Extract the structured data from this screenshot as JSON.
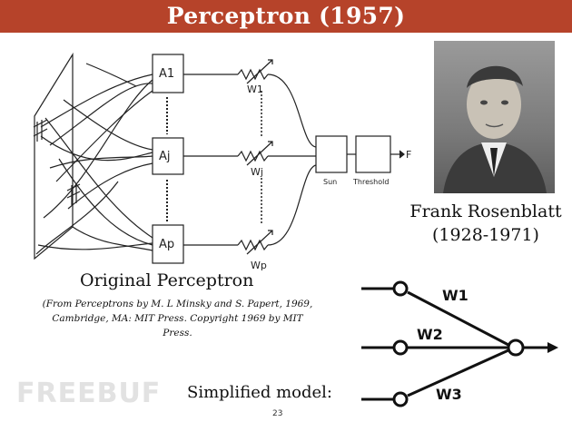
{
  "slide": {
    "title": "Perceptron (1957)",
    "page_number": "23",
    "colors": {
      "title_bar": "#b6432a",
      "title_text": "#ffffff"
    }
  },
  "original_diagram": {
    "units": [
      "A1",
      "Aj",
      "Ap"
    ],
    "weights": [
      "W1",
      "Wj",
      "Wp"
    ],
    "sum_label": "Sun",
    "threshold_label": "Threshold",
    "output_label": "F",
    "caption": "Original Perceptron",
    "citation": "(From Perceptrons by M. L Minsky and S. Papert, 1969, Cambridge, MA: MIT Press. Copyright 1969 by MIT Press."
  },
  "portrait": {
    "name": "Frank Rosenblatt",
    "years": "(1928-1971)"
  },
  "simplified_model": {
    "label": "Simplified model:",
    "weights": [
      "W1",
      "W2",
      "W3"
    ]
  },
  "watermark": "FREEBUF"
}
